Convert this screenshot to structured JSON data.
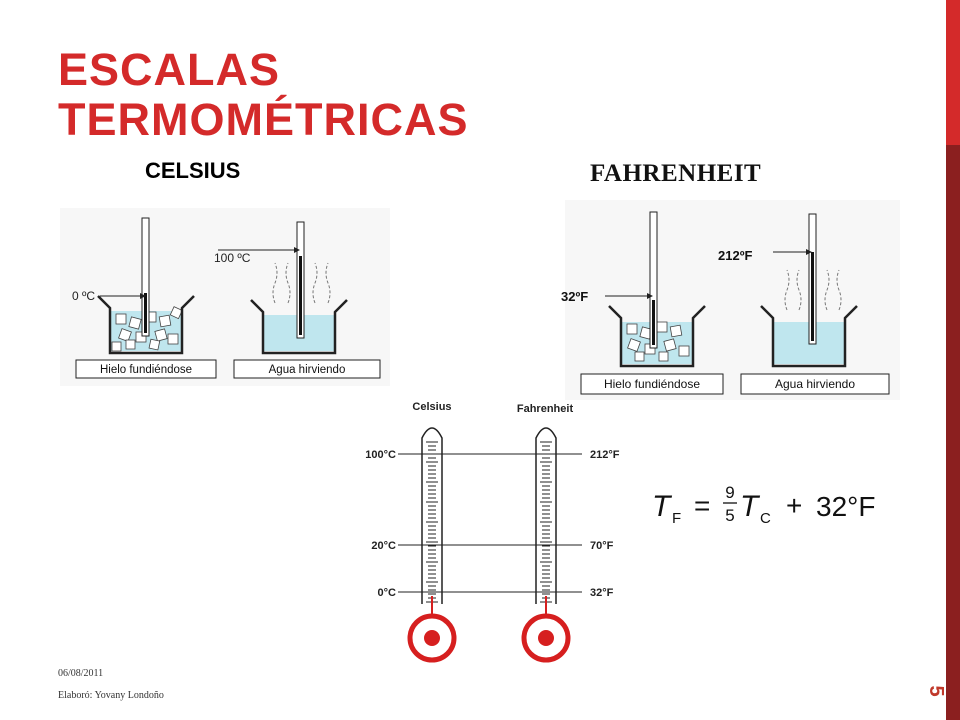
{
  "slide": {
    "title_lines": [
      "ESCALAS",
      "TERMOMÉTRICAS"
    ],
    "page_number": "5",
    "date": "06/08/2011",
    "author": "Elaboró: Yovany Londoño"
  },
  "celsius_panel": {
    "heading": "CELSIUS",
    "freeze_label": "0 ºC",
    "boil_label": "100 ºC",
    "caption_left": "Hielo fundiéndose",
    "caption_right": "Agua hirviendo"
  },
  "fahrenheit_panel": {
    "heading": "FAHRENHEIT",
    "freeze_label": "32ºF",
    "boil_label": "212ºF",
    "caption_left": "Hielo fundiéndose",
    "caption_right": "Agua hirviendo"
  },
  "comparison": {
    "left_title": "Celsius",
    "right_title": "Fahrenheit",
    "rows": [
      {
        "c": "100°C",
        "f": "212°F"
      },
      {
        "c": "20°C",
        "f": "70°F"
      },
      {
        "c": "0°C",
        "f": "32°F"
      }
    ]
  },
  "formula": {
    "lhs": "T",
    "lhs_sub": "F",
    "eq": "=",
    "num": "9",
    "den": "5",
    "var": "T",
    "var_sub": "C",
    "plus": "+",
    "const": "32°F"
  },
  "colors": {
    "accent": "#d42a2a",
    "accent_dark": "#8b1f1f",
    "water": "#bfe6ee",
    "bulb": "#d61f1f"
  }
}
